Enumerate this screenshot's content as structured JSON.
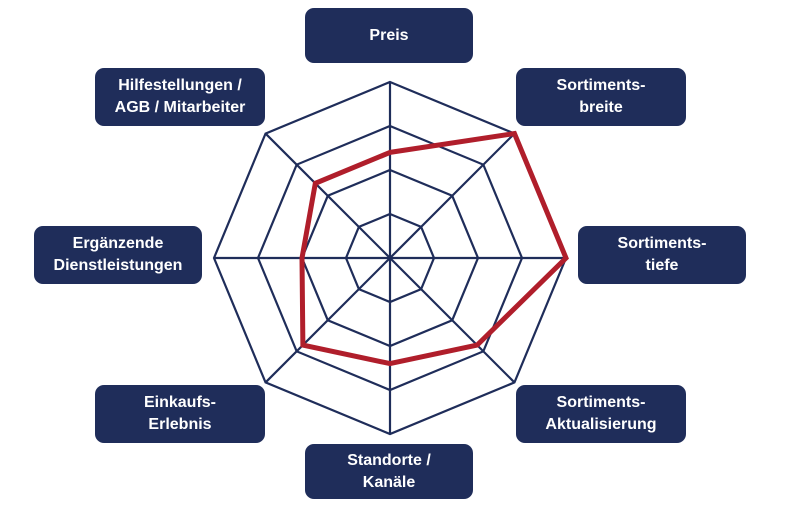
{
  "chart_data": {
    "type": "radar",
    "axes": [
      {
        "lines": [
          "Preis"
        ]
      },
      {
        "lines": [
          "Sortiments-",
          "breite"
        ]
      },
      {
        "lines": [
          "Sortiments-",
          "tiefe"
        ]
      },
      {
        "lines": [
          "Sortiments-",
          "Aktualisierung"
        ]
      },
      {
        "lines": [
          "Standorte /",
          "Kanäle"
        ]
      },
      {
        "lines": [
          "Einkaufs-",
          "Erlebnis"
        ]
      },
      {
        "lines": [
          "Ergänzende",
          "Dienstleistungen"
        ]
      },
      {
        "lines": [
          "Hilfestellungen /",
          "AGB / Mitarbeiter"
        ]
      }
    ],
    "rings": 4,
    "scale_max": 4,
    "series": [
      {
        "values": [
          2.4,
          4.0,
          4.0,
          2.8,
          2.4,
          2.8,
          2.0,
          2.4
        ]
      }
    ],
    "colors": {
      "grid": "#1f2d5a",
      "series": "#b01e2b",
      "label_background": "#1f2d5a",
      "label_text": "#ffffff"
    }
  }
}
